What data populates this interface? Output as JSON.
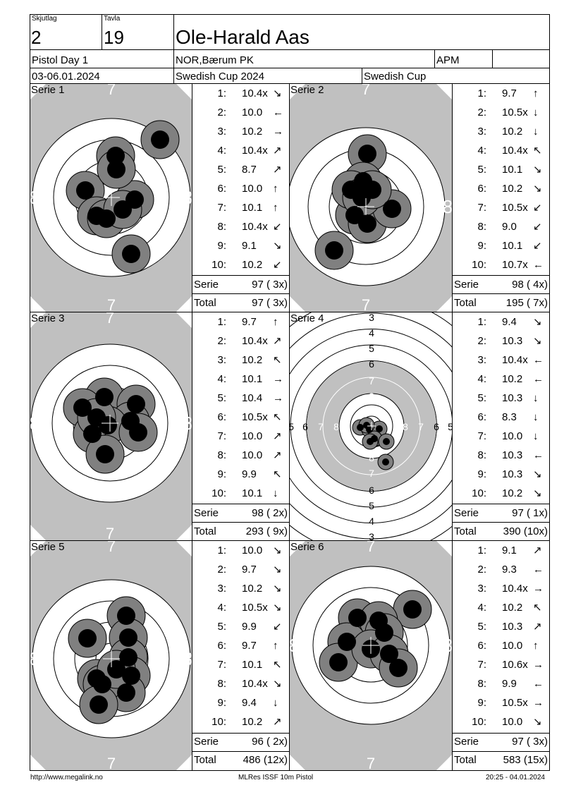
{
  "header": {
    "shooting_team_label": "Skjutlag",
    "shooting_team": "2",
    "lane_label": "Tavla",
    "lane": "19",
    "shooter_name": "Ole-Harald Aas",
    "event": "Pistol Day 1",
    "club": "NOR,Bærum PK",
    "class": "APM",
    "dates": "03-06.01.2024",
    "competition": "Swedish Cup 2024",
    "competition_short": "Swedish Cup"
  },
  "series": [
    {
      "label": "Serie 1",
      "shots": [
        {
          "n": "1:",
          "value": "10.4x",
          "dir": "↘"
        },
        {
          "n": "2:",
          "value": "10.0",
          "dir": "←"
        },
        {
          "n": "3:",
          "value": "10.2",
          "dir": "→"
        },
        {
          "n": "4:",
          "value": "10.4x",
          "dir": "↗"
        },
        {
          "n": "5:",
          "value": "8.7",
          "dir": "↗"
        },
        {
          "n": "6:",
          "value": "10.0",
          "dir": "↑"
        },
        {
          "n": "7:",
          "value": "10.1",
          "dir": "↑"
        },
        {
          "n": "8:",
          "value": "10.4x",
          "dir": "↙"
        },
        {
          "n": "9:",
          "value": "9.1",
          "dir": "↘"
        },
        {
          "n": "10:",
          "value": "10.2",
          "dir": "↙"
        }
      ],
      "serie_label": "Serie",
      "serie_value": "97 ( 3x)",
      "total_label": "Total",
      "total_value": "97 ( 3x)"
    },
    {
      "label": "Serie 2",
      "shots": [
        {
          "n": "1:",
          "value": "9.7",
          "dir": "↑"
        },
        {
          "n": "2:",
          "value": "10.5x",
          "dir": "↓"
        },
        {
          "n": "3:",
          "value": "10.2",
          "dir": "↓"
        },
        {
          "n": "4:",
          "value": "10.4x",
          "dir": "↖"
        },
        {
          "n": "5:",
          "value": "10.1",
          "dir": "↘"
        },
        {
          "n": "6:",
          "value": "10.2",
          "dir": "↘"
        },
        {
          "n": "7:",
          "value": "10.5x",
          "dir": "↙"
        },
        {
          "n": "8:",
          "value": "9.0",
          "dir": "↙"
        },
        {
          "n": "9:",
          "value": "10.1",
          "dir": "↙"
        },
        {
          "n": "10:",
          "value": "10.7x",
          "dir": "←"
        }
      ],
      "serie_label": "Serie",
      "serie_value": "98 ( 4x)",
      "total_label": "Total",
      "total_value": "195 ( 7x)"
    },
    {
      "label": "Serie 3",
      "shots": [
        {
          "n": "1:",
          "value": "9.7",
          "dir": "↑"
        },
        {
          "n": "2:",
          "value": "10.4x",
          "dir": "↗"
        },
        {
          "n": "3:",
          "value": "10.2",
          "dir": "↖"
        },
        {
          "n": "4:",
          "value": "10.1",
          "dir": "→"
        },
        {
          "n": "5:",
          "value": "10.4",
          "dir": "→"
        },
        {
          "n": "6:",
          "value": "10.5x",
          "dir": "↖"
        },
        {
          "n": "7:",
          "value": "10.0",
          "dir": "↗"
        },
        {
          "n": "8:",
          "value": "10.0",
          "dir": "↗"
        },
        {
          "n": "9:",
          "value": "9.9",
          "dir": "↖"
        },
        {
          "n": "10:",
          "value": "10.1",
          "dir": "↓"
        }
      ],
      "serie_label": "Serie",
      "serie_value": "98 ( 2x)",
      "total_label": "Total",
      "total_value": "293 ( 9x)"
    },
    {
      "label": "Serie 4",
      "shots": [
        {
          "n": "1:",
          "value": "9.4",
          "dir": "↘"
        },
        {
          "n": "2:",
          "value": "10.3",
          "dir": "↘"
        },
        {
          "n": "3:",
          "value": "10.4x",
          "dir": "←"
        },
        {
          "n": "4:",
          "value": "10.2",
          "dir": "←"
        },
        {
          "n": "5:",
          "value": "10.3",
          "dir": "↓"
        },
        {
          "n": "6:",
          "value": "8.3",
          "dir": "↓"
        },
        {
          "n": "7:",
          "value": "10.0",
          "dir": "↓"
        },
        {
          "n": "8:",
          "value": "10.3",
          "dir": "←"
        },
        {
          "n": "9:",
          "value": "10.3",
          "dir": "↘"
        },
        {
          "n": "10:",
          "value": "10.2",
          "dir": "↘"
        }
      ],
      "serie_label": "Serie",
      "serie_value": "97 ( 1x)",
      "total_label": "Total",
      "total_value": "390 (10x)"
    },
    {
      "label": "Serie 5",
      "shots": [
        {
          "n": "1:",
          "value": "10.0",
          "dir": "↘"
        },
        {
          "n": "2:",
          "value": "9.7",
          "dir": "↘"
        },
        {
          "n": "3:",
          "value": "10.2",
          "dir": "↘"
        },
        {
          "n": "4:",
          "value": "10.5x",
          "dir": "↘"
        },
        {
          "n": "5:",
          "value": "9.9",
          "dir": "↙"
        },
        {
          "n": "6:",
          "value": "9.7",
          "dir": "↑"
        },
        {
          "n": "7:",
          "value": "10.1",
          "dir": "↖"
        },
        {
          "n": "8:",
          "value": "10.4x",
          "dir": "↘"
        },
        {
          "n": "9:",
          "value": "9.4",
          "dir": "↓"
        },
        {
          "n": "10:",
          "value": "10.2",
          "dir": "↗"
        }
      ],
      "serie_label": "Serie",
      "serie_value": "96 ( 2x)",
      "total_label": "Total",
      "total_value": "486 (12x)"
    },
    {
      "label": "Serie 6",
      "shots": [
        {
          "n": "1:",
          "value": "9.1",
          "dir": "↗"
        },
        {
          "n": "2:",
          "value": "9.3",
          "dir": "←"
        },
        {
          "n": "3:",
          "value": "10.4x",
          "dir": "→"
        },
        {
          "n": "4:",
          "value": "10.2",
          "dir": "↖"
        },
        {
          "n": "5:",
          "value": "10.3",
          "dir": "↗"
        },
        {
          "n": "6:",
          "value": "10.0",
          "dir": "↑"
        },
        {
          "n": "7:",
          "value": "10.6x",
          "dir": "→"
        },
        {
          "n": "8:",
          "value": "9.9",
          "dir": "←"
        },
        {
          "n": "9:",
          "value": "10.5x",
          "dir": "→"
        },
        {
          "n": "10:",
          "value": "10.0",
          "dir": "↘"
        }
      ],
      "serie_label": "Serie",
      "serie_value": "97 ( 3x)",
      "total_label": "Total",
      "total_value": "583 (15x)"
    }
  ],
  "targets": {
    "ring_label_zoomed": [
      "7",
      "8"
    ],
    "ring_label_full": [
      "3",
      "4",
      "5",
      "6",
      "7",
      "8"
    ],
    "colors": {
      "aim_black": "#000000",
      "grey": "#c0c0c0",
      "hole_grey": "#808080",
      "hole_core": "#000000"
    }
  },
  "footer": {
    "left": "http://www.megalink.no",
    "center": "MLRes ISSF 10m Pistol",
    "right": "20:25 - 04.01.2024"
  }
}
